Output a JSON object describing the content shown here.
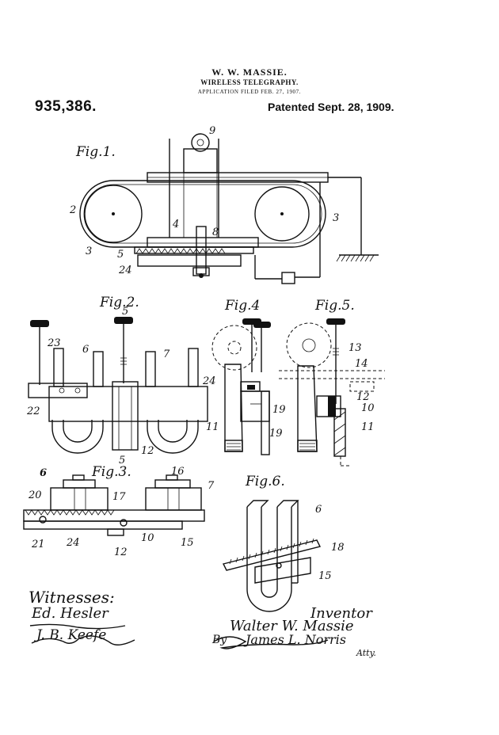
{
  "header": {
    "inventor_name": "W. W. MASSIE.",
    "title": "WIRELESS TELEGRAPHY.",
    "filed": "APPLICATION FILED FEB. 27, 1907.",
    "patent_number": "935,386.",
    "patented_date": "Patented Sept. 28, 1909."
  },
  "figures": {
    "fig1": "Fig.1.",
    "fig2": "Fig.2.",
    "fig3": "Fig.3.",
    "fig4": "Fig.4",
    "fig5": "Fig.5.",
    "fig6": "Fig.6."
  },
  "refs": {
    "fig1": [
      "9",
      "2",
      "3",
      "4",
      "8",
      "3",
      "5",
      "24"
    ],
    "fig2": [
      "5",
      "23",
      "6",
      "7",
      "22",
      "11",
      "12",
      "5"
    ],
    "fig4": [
      "24",
      "19"
    ],
    "fig5": [
      "13",
      "14",
      "12",
      "10",
      "19",
      "11"
    ],
    "fig3": [
      "6",
      "20",
      "17",
      "16",
      "7",
      "21",
      "24",
      "12",
      "10",
      "15"
    ],
    "fig6": [
      "6",
      "18",
      "15"
    ]
  },
  "signatures": {
    "witnesses_label": "Witnesses:",
    "witness_1": "Ed. Hesler",
    "witness_2": "J. B. Keefe",
    "inventor_label": "Inventor",
    "inventor": "Walter W. Massie",
    "by_label": "By",
    "attorney": "James L. Norris",
    "atty_label": "Atty."
  }
}
